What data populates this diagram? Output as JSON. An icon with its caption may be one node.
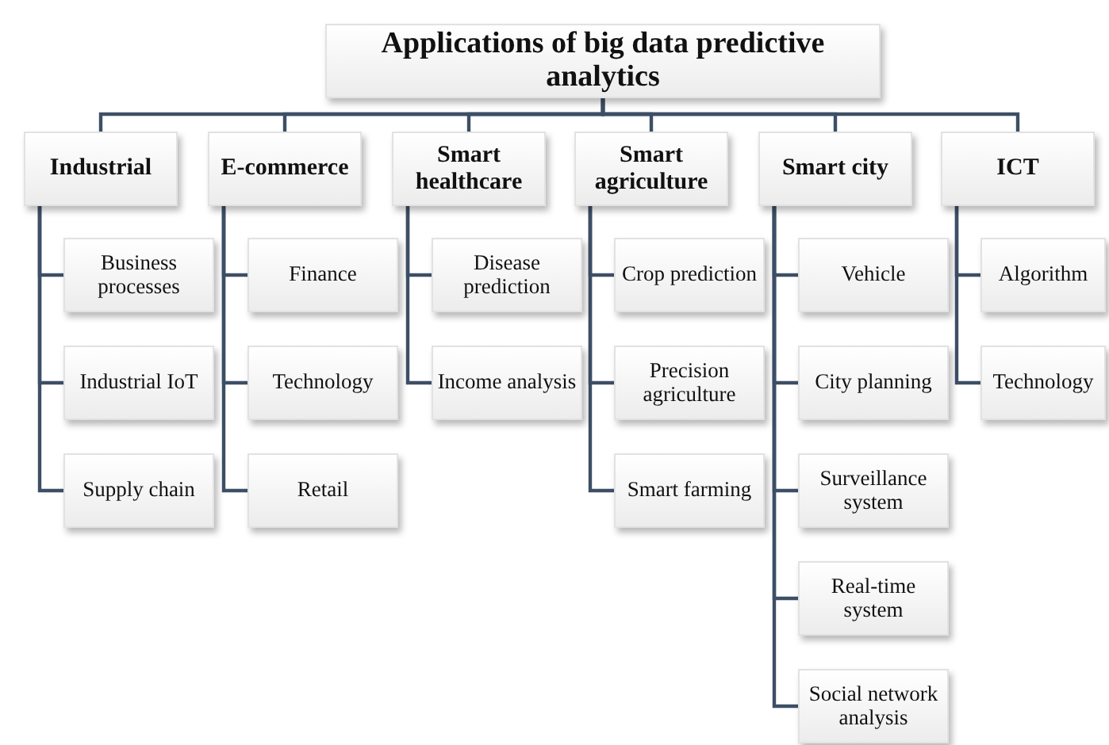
{
  "diagram": {
    "nodes": [
      {
        "text": [
          "Applications of big data predictive analytics"
        ]
      },
      {
        "text": [
          "Industrial"
        ]
      },
      {
        "text": [
          "E-commerce"
        ]
      },
      {
        "text": [
          "Smart healthcare"
        ]
      },
      {
        "text": [
          "Smart agriculture"
        ]
      },
      {
        "text": [
          "Smart city"
        ]
      },
      {
        "text": [
          "ICT"
        ]
      },
      {
        "text": [
          "Business processes"
        ]
      },
      {
        "text": [
          "Industrial IoT"
        ]
      },
      {
        "text": [
          "Supply chain"
        ]
      },
      {
        "text": [
          "Finance"
        ]
      },
      {
        "text": [
          "Technology"
        ]
      },
      {
        "text": [
          "Retail"
        ]
      },
      {
        "text": [
          "Disease prediction"
        ]
      },
      {
        "text": [
          "Income analysis"
        ]
      },
      {
        "text": [
          "Crop prediction"
        ]
      },
      {
        "text": [
          "Precision agriculture"
        ]
      },
      {
        "text": [
          "Smart farming"
        ]
      },
      {
        "text": [
          "Vehicle"
        ]
      },
      {
        "text": [
          "City planning"
        ]
      },
      {
        "text": [
          "Surveillance system"
        ]
      },
      {
        "text": [
          "Real-time system"
        ]
      },
      {
        "text": [
          "Social network analysis"
        ]
      },
      {
        "text": [
          "Algorithm"
        ]
      },
      {
        "text": [
          "Technology"
        ]
      }
    ],
    "edges": [
      {
        "from": 0,
        "to": 1,
        "arrow": "none"
      },
      {
        "from": 0,
        "to": 2,
        "arrow": "none"
      },
      {
        "from": 0,
        "to": 3,
        "arrow": "none"
      },
      {
        "from": 0,
        "to": 4,
        "arrow": "none"
      },
      {
        "from": 0,
        "to": 5,
        "arrow": "none"
      },
      {
        "from": 0,
        "to": 6,
        "arrow": "none"
      },
      {
        "from": 1,
        "to": 7,
        "arrow": "none"
      },
      {
        "from": 1,
        "to": 8,
        "arrow": "none"
      },
      {
        "from": 1,
        "to": 9,
        "arrow": "none"
      },
      {
        "from": 2,
        "to": 10,
        "arrow": "none"
      },
      {
        "from": 2,
        "to": 11,
        "arrow": "none"
      },
      {
        "from": 2,
        "to": 12,
        "arrow": "none"
      },
      {
        "from": 3,
        "to": 13,
        "arrow": "none"
      },
      {
        "from": 3,
        "to": 14,
        "arrow": "none"
      },
      {
        "from": 4,
        "to": 15,
        "arrow": "none"
      },
      {
        "from": 4,
        "to": 16,
        "arrow": "none"
      },
      {
        "from": 4,
        "to": 17,
        "arrow": "none"
      },
      {
        "from": 5,
        "to": 18,
        "arrow": "none"
      },
      {
        "from": 5,
        "to": 19,
        "arrow": "none"
      },
      {
        "from": 5,
        "to": 20,
        "arrow": "none"
      },
      {
        "from": 5,
        "to": 21,
        "arrow": "none"
      },
      {
        "from": 5,
        "to": 22,
        "arrow": "none"
      },
      {
        "from": 6,
        "to": 23,
        "arrow": "none"
      },
      {
        "from": 6,
        "to": 24,
        "arrow": "none"
      }
    ]
  }
}
